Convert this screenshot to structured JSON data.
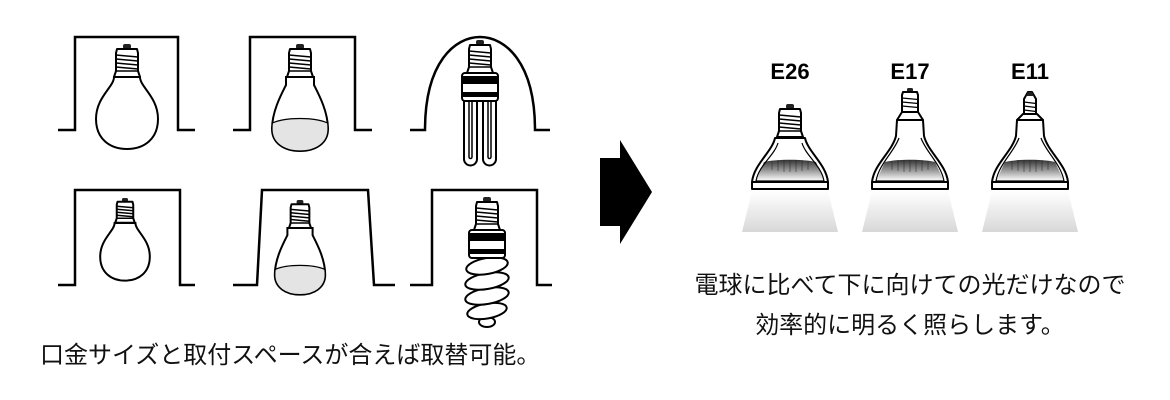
{
  "left_panel": {
    "fixtures": [
      {
        "fixture_icon": "recessed-box-fixture-icon",
        "bulb_icon": "a-type-bulb-icon"
      },
      {
        "fixture_icon": "recessed-box-fixture-icon",
        "bulb_icon": "reflector-bulb-icon"
      },
      {
        "fixture_icon": "arched-fixture-icon",
        "bulb_icon": "u-tube-cfl-icon"
      },
      {
        "fixture_icon": "recessed-box-fixture-icon",
        "bulb_icon": "mini-a-type-bulb-icon"
      },
      {
        "fixture_icon": "tapered-fixture-icon",
        "bulb_icon": "reflector-bulb-icon"
      },
      {
        "fixture_icon": "recessed-box-fixture-icon",
        "bulb_icon": "spiral-cfl-icon"
      }
    ],
    "caption": "口金サイズと取付スペースが合えば取替可能。"
  },
  "arrow": {
    "icon": "arrow-right-icon",
    "color": "#000000"
  },
  "right_panel": {
    "spotlights": [
      {
        "socket_label": "E26",
        "icon": "led-spotlight-icon"
      },
      {
        "socket_label": "E17",
        "icon": "led-spotlight-icon"
      },
      {
        "socket_label": "E11",
        "icon": "led-spotlight-icon"
      }
    ],
    "caption_line_1": "電球に比べて下に向けての光だけなので",
    "caption_line_2": "効率的に明るく照らします。"
  },
  "colors": {
    "line": "#000000",
    "background": "#ffffff",
    "frosted_glass": "#e4e4e4",
    "beam": "#dcdcdc"
  }
}
